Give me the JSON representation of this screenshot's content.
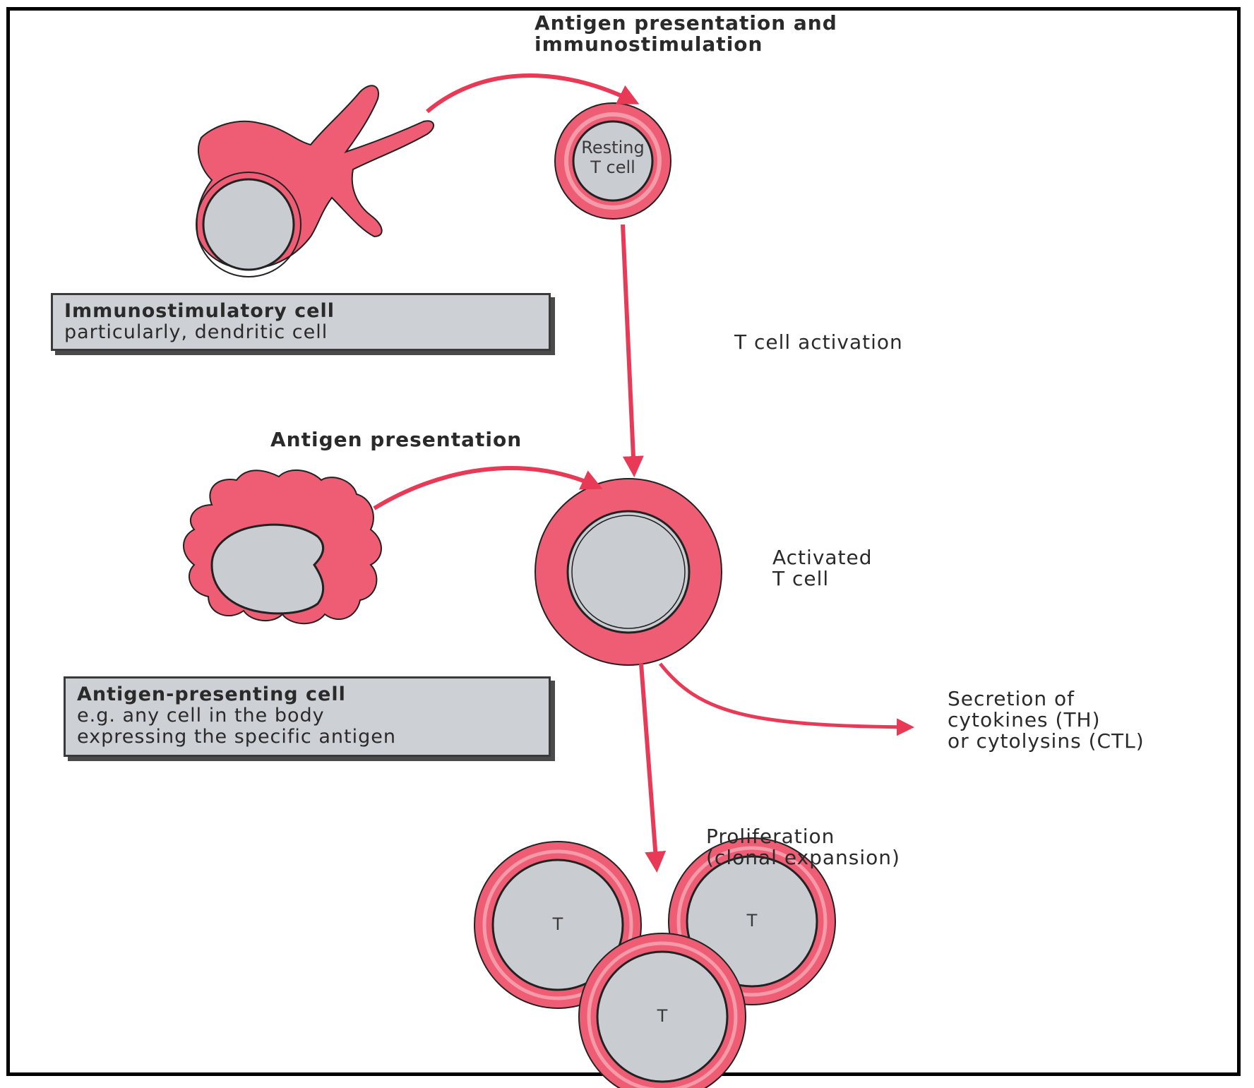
{
  "colors": {
    "membrane": "#ee5d74",
    "membrane_light": "#f49aa8",
    "nucleus": "#c9ccd0",
    "outline": "#222222",
    "arrow": "#e83a56",
    "box_fill": "#cdd0d4"
  },
  "labels": {
    "top_arrow_line1": "Antigen presentation and",
    "top_arrow_line2": "immunostimulation",
    "activation": "T cell activation",
    "antigen_presentation": "Antigen presentation",
    "activated_line1": "Activated",
    "activated_line2": "T cell",
    "secretion_line1": "Secretion of",
    "secretion_line2": "cytokines (TH)",
    "secretion_line3": "or cytolysins (CTL)",
    "proliferation_line1": "Proliferation",
    "proliferation_line2": "(clonal expansion)"
  },
  "cells": {
    "resting_line1": "Resting",
    "resting_line2": "T cell",
    "t_label": "T"
  },
  "boxes": {
    "immuno": {
      "title": "Immunostimulatory cell",
      "subtitle": "particularly, dendritic cell"
    },
    "apc": {
      "title": "Antigen-presenting cell",
      "line1": "e.g. any cell in the body",
      "line2": "expressing the specific antigen"
    }
  }
}
